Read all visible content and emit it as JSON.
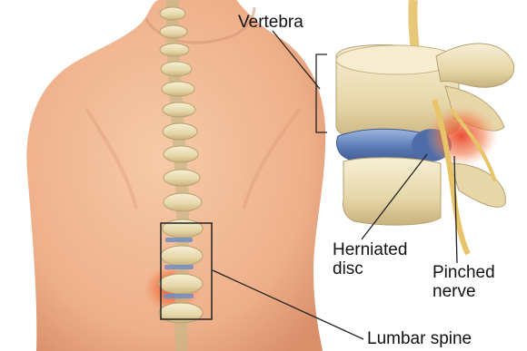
{
  "labels": {
    "vertebra": "Vertebra",
    "herniated_disc": "Herniated\ndisc",
    "pinched_nerve": "Pinched\nnerve",
    "lumbar_spine": "Lumbar spine"
  },
  "colors": {
    "background": "#ffffff",
    "skin": "#f0b894",
    "skin_shadow": "#d9906c",
    "bone": "#efe2bc",
    "bone_shadow": "#c9b789",
    "disc": "#6f8fc4",
    "inflammation": "#e8452a",
    "nerve": "#f2d07a",
    "leader_line": "#222222"
  }
}
